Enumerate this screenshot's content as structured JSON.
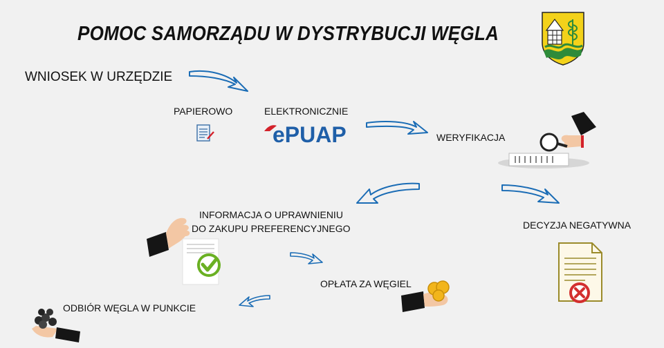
{
  "title": "POMOC SAMORZĄDU W DYSTRYBUCJI WĘGLA",
  "steps": {
    "application": "WNIOSEK W URZĘDZIE",
    "paper": "PAPIEROWO",
    "electronic": "ELEKTRONICZNIE",
    "epuap_logo_text": "ePUAP",
    "verification": "WERYFIKACJA",
    "info_line1": "INFORMACJA O UPRAWNIENIU",
    "info_line2": "DO ZAKUPU PREFERENCYJNEGO",
    "negative": "DECYZJA NEGATYWNA",
    "payment": "OPŁATA ZA WĘGIEL",
    "pickup": "ODBIÓR WĘGLA W PUNKCIE"
  },
  "colors": {
    "arrow_blue": "#1a6cb5",
    "epuap_red": "#d3212a",
    "epuap_blue": "#1f5fa8",
    "check_green": "#6ab023",
    "reject_red": "#d32f2f",
    "coin_gold": "#f2b51c"
  },
  "icons": [
    "coat-of-arms-icon",
    "paper-form-icon",
    "epuap-logo",
    "magnifier-hand-icon",
    "hand-icon",
    "approved-document-icon",
    "rejected-document-icon",
    "coins-hand-icon",
    "coal-hand-icon"
  ]
}
